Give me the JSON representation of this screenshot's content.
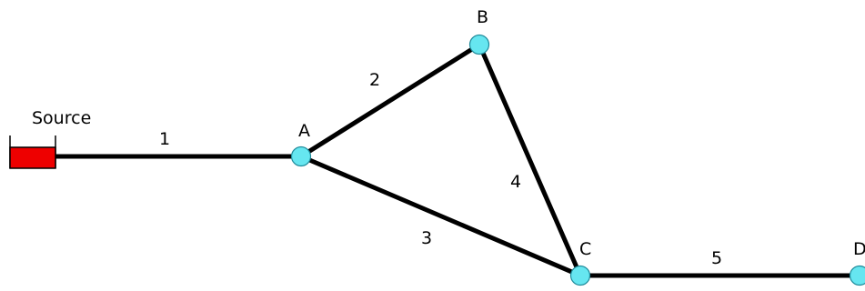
{
  "network": {
    "source": {
      "label": "Source"
    },
    "nodes": [
      {
        "id": "A",
        "label": "A"
      },
      {
        "id": "B",
        "label": "B"
      },
      {
        "id": "C",
        "label": "C"
      },
      {
        "id": "D",
        "label": "D"
      }
    ],
    "links": [
      {
        "id": "1",
        "label": "1",
        "from": "Source",
        "to": "A"
      },
      {
        "id": "2",
        "label": "2",
        "from": "A",
        "to": "B"
      },
      {
        "id": "3",
        "label": "3",
        "from": "A",
        "to": "C"
      },
      {
        "id": "4",
        "label": "4",
        "from": "B",
        "to": "C"
      },
      {
        "id": "5",
        "label": "5",
        "from": "C",
        "to": "D"
      }
    ]
  },
  "colors": {
    "link": "#000000",
    "node_fill": "#66e6f0",
    "source_fill": "#ee0000"
  }
}
